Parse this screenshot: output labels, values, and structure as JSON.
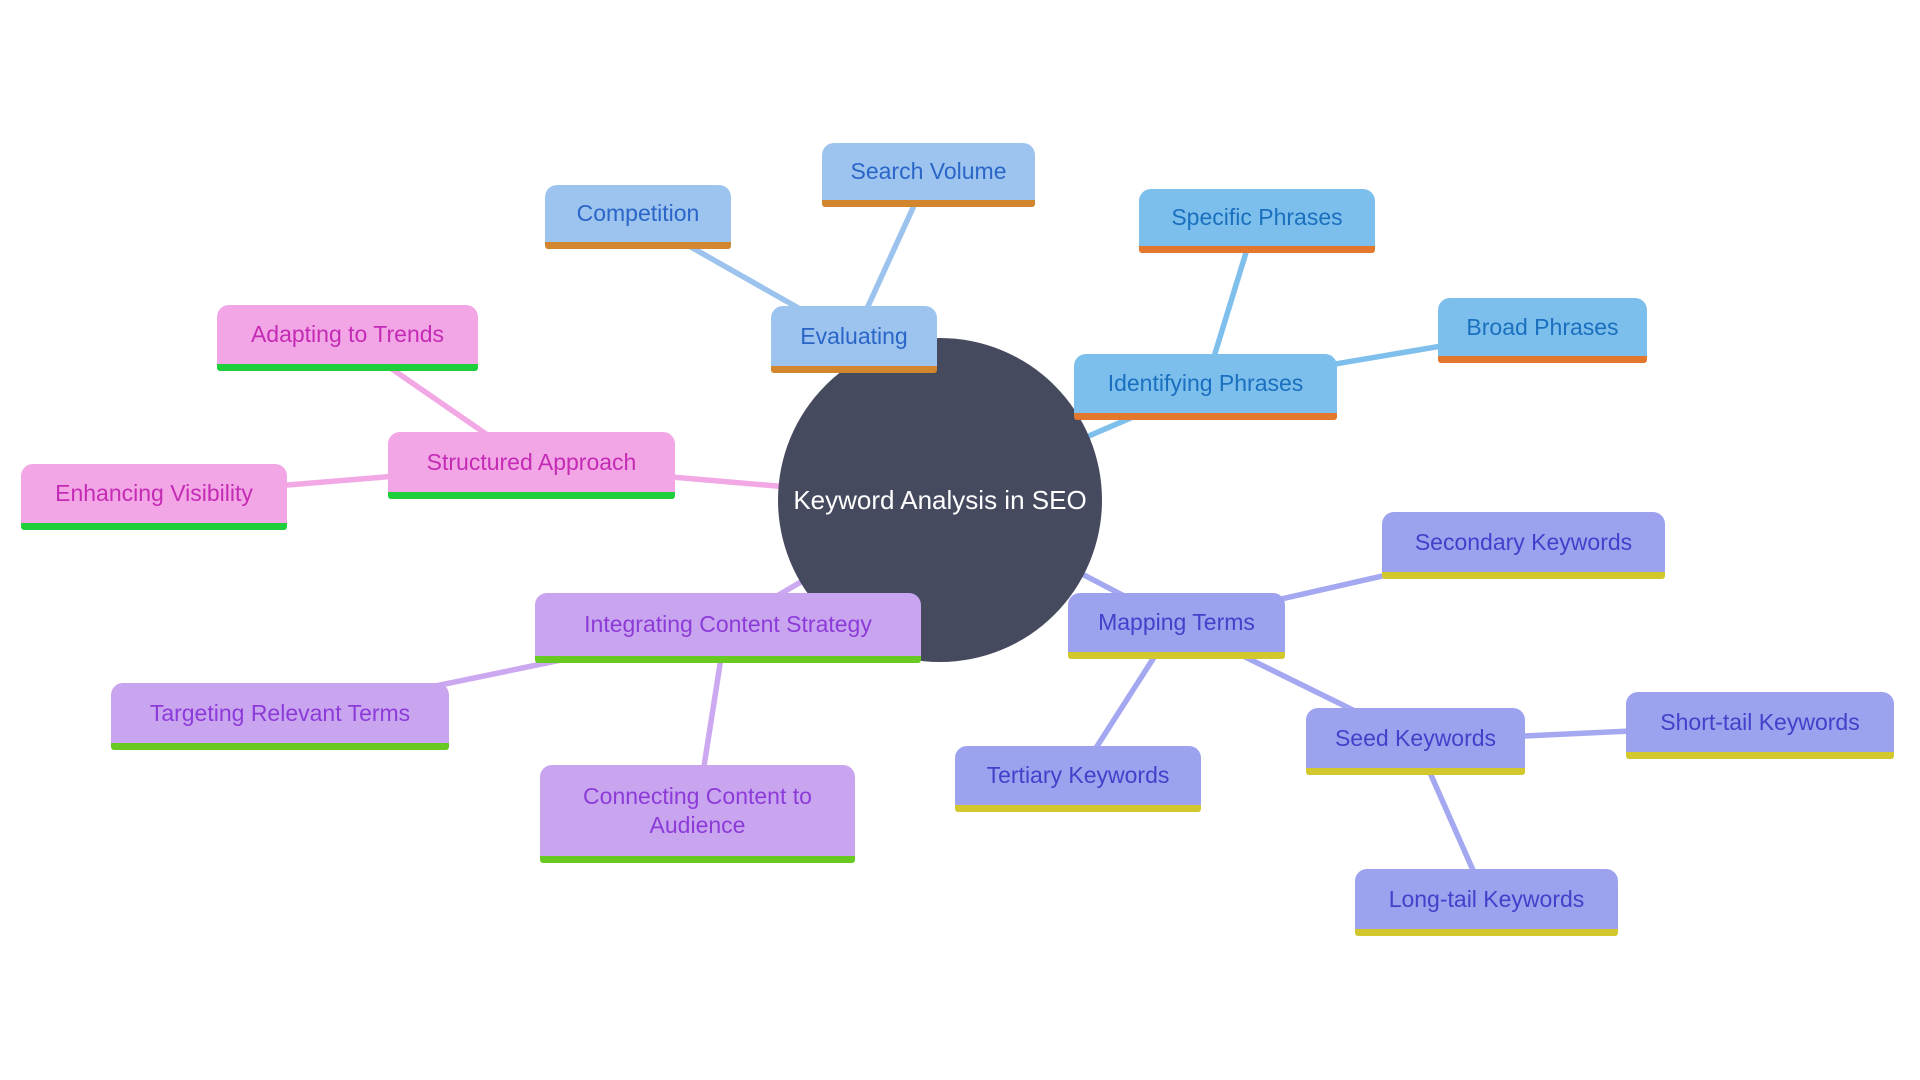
{
  "mindmap": {
    "background_color": "#FFFFFF",
    "center": {
      "label": "Keyword Analysis in SEO",
      "fill": "#464A5F",
      "text_color": "#FFFFFF"
    },
    "branches": {
      "evaluating": {
        "label": "Evaluating",
        "fill": "#9DC4EF",
        "text_color": "#2A65C8",
        "underline_color": "#D2872E",
        "children": {
          "competition": {
            "label": "Competition"
          },
          "search_volume": {
            "label": "Search Volume"
          }
        }
      },
      "identifying_phrases": {
        "label": "Identifying Phrases",
        "fill": "#7DBFEC",
        "text_color": "#1A6FBF",
        "underline_color": "#E4772E",
        "children": {
          "specific_phrases": {
            "label": "Specific Phrases"
          },
          "broad_phrases": {
            "label": "Broad Phrases"
          }
        }
      },
      "structured_approach": {
        "label": "Structured Approach",
        "fill": "#F2A6E6",
        "text_color": "#C42BB5",
        "underline_color": "#1FCE3B",
        "children": {
          "adapting_to_trends": {
            "label": "Adapting to Trends"
          },
          "enhancing_visibility": {
            "label": "Enhancing Visibility"
          }
        }
      },
      "integrating_content_strategy": {
        "label": "Integrating Content Strategy",
        "fill": "#C9A5F0",
        "text_color": "#8D3BD8",
        "underline_color": "#68C922",
        "children": {
          "targeting_relevant_terms": {
            "label": "Targeting Relevant Terms"
          },
          "connecting_content_to_audience": {
            "label": "Connecting Content to Audience"
          }
        }
      },
      "mapping_terms": {
        "label": "Mapping Terms",
        "fill": "#9DA2EF",
        "text_color": "#4340C9",
        "underline_color": "#D3C72E",
        "children": {
          "secondary_keywords": {
            "label": "Secondary Keywords"
          },
          "tertiary_keywords": {
            "label": "Tertiary Keywords"
          },
          "seed_keywords": {
            "label": "Seed Keywords",
            "children": {
              "short_tail_keywords": {
                "label": "Short-tail Keywords"
              },
              "long_tail_keywords": {
                "label": "Long-tail Keywords"
              }
            }
          }
        }
      }
    }
  }
}
